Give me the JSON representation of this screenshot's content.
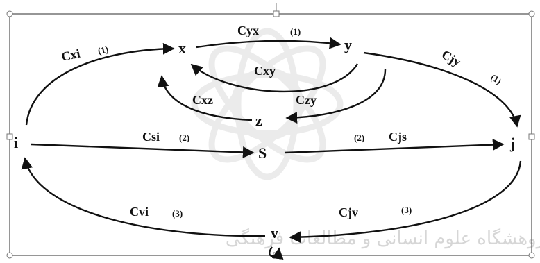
{
  "diagram": {
    "nodes": {
      "x": "x",
      "y": "y",
      "z": "z",
      "i": "i",
      "j": "j",
      "s": "S",
      "v": "v"
    },
    "edges": {
      "cyx": {
        "label": "Cyx",
        "tag": "(1)"
      },
      "cxi": {
        "label": "Cxi",
        "tag": "(1)"
      },
      "cjy": {
        "label": "Cjy",
        "tag": "(1)"
      },
      "cxy": {
        "label": "Cxy"
      },
      "cxz": {
        "label": "Cxz"
      },
      "czy": {
        "label": "Czy"
      },
      "csi": {
        "label": "Csi",
        "tag": "(2)"
      },
      "cjs": {
        "label": "Cjs",
        "tag": "(2)"
      },
      "cvi": {
        "label": "Cvi",
        "tag": "(3)"
      },
      "cjv": {
        "label": "Cjv",
        "tag": "(3)"
      }
    }
  },
  "watermark": {
    "text": "ژوهشگاه علوم انسانی و مطالعات فرهنگی",
    "color": "#d6d6d6"
  },
  "colors": {
    "ink": "#111111",
    "frame": "#6a6a6a",
    "background": "#ffffff"
  }
}
